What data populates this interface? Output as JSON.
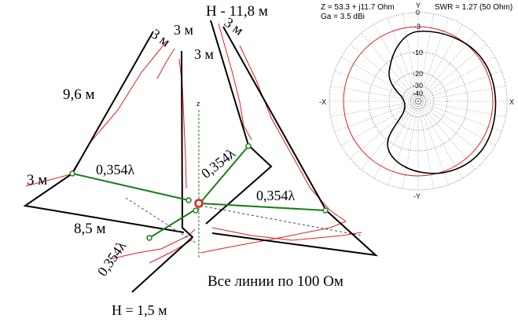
{
  "antenna_labels": {
    "height_top": "H - 11,8 м",
    "height_bottom": "H = 1,5 м",
    "len_left_upper": "9,6 м",
    "len_left_tip": "3 м",
    "len_left_bottom": "8,5 м",
    "len_top_a": "3 м",
    "len_top_b": "3 м",
    "len_top_c": "3 м",
    "len_top_d": "3 м",
    "line_left": "0,354λ",
    "line_upper": "0,354λ",
    "line_right": "0,354λ",
    "line_lower": "0,354λ",
    "note": "Все линии по 100 Ом",
    "axis_z": "z"
  },
  "readout": {
    "impedance": "Z = 53.3 + j11.7 Ohm",
    "swr": "SWR = 1.27 (50 Ohm)",
    "gain": "Ga = 3.5 dBi"
  },
  "polar": {
    "top_label": "Y",
    "bottom_label": "-Y",
    "left_label": "-X",
    "right_label": "X",
    "ring_labels": [
      "0",
      "-3",
      "-10",
      "-20",
      "-30",
      "-40"
    ]
  },
  "colors": {
    "wire": "#000000",
    "line": "#1a7f1a",
    "current": "#e02020",
    "ring_3db": "#e02020",
    "grid": "#555555"
  }
}
